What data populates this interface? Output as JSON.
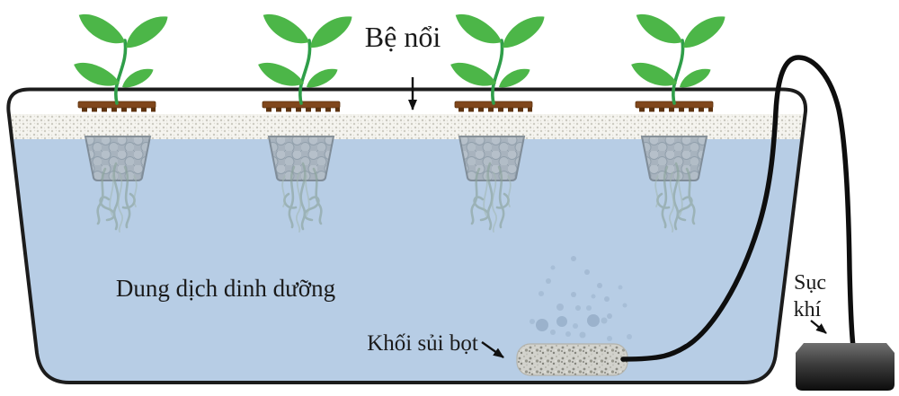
{
  "labels": {
    "floating_raft": "Bệ nổi",
    "nutrient_solution": "Dung dịch dinh dưỡng",
    "air_stone": "Khối sủi bọt",
    "aerator_line1": "Sục",
    "aerator_line2": "khí"
  },
  "counts": {
    "plants": 4,
    "net_pots": 4
  },
  "colors": {
    "water": "#b7cde5",
    "leaf_green": "#4cb648",
    "stem_green": "#2f9e49",
    "raft_base": "#f5f4ef",
    "raft_dot": "#c9c8bf",
    "collar_brown": "#80471c",
    "net_pot_gray": "#a9b3bc",
    "root_gray_green": "#8ba39b",
    "air_stone_gray": "#d2d2cc",
    "bubble_blue": "#9cb4cd",
    "tube_black": "#0e0e0e",
    "pump_dark_top": "#6e6e6e",
    "pump_dark_bottom": "#0c0c0c",
    "outline_black": "#1c1c1c",
    "text_black": "#1a1a1a"
  }
}
